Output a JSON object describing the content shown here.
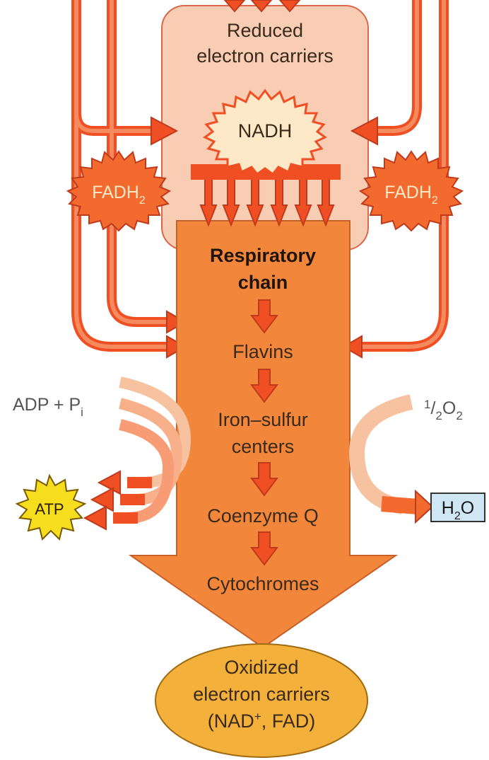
{
  "reduced_box": {
    "line1": "Reduced",
    "line2": "electron carriers"
  },
  "nadh": "NADH",
  "fadh2": {
    "base": "FADH",
    "sub": "2"
  },
  "chain_title": {
    "line1": "Respiratory",
    "line2": "chain"
  },
  "steps": [
    "Flavins",
    "Iron–sulfur",
    "centers",
    "Coenzyme Q",
    "Cytochromes"
  ],
  "adp": {
    "base": "ADP + P",
    "sub": "i"
  },
  "atp": "ATP",
  "oxygen": {
    "sup": "1",
    "slash": "/",
    "sub": "2",
    "o": "O",
    "o_sub": "2"
  },
  "water": {
    "h": "H",
    "sub": "2",
    "o": "O"
  },
  "oxidized": {
    "line1": "Oxidized",
    "line2": "electron carriers",
    "line3_pre": "(NAD",
    "line3_sup": "+",
    "line3_post": ", FAD)"
  },
  "colors": {
    "orange": "#f2863a",
    "red": "#f04e23",
    "peach": "#f8cdb4",
    "gold": "#f3b03b",
    "yellow": "#f6dd1d",
    "water_box": "#cfe6f4"
  }
}
